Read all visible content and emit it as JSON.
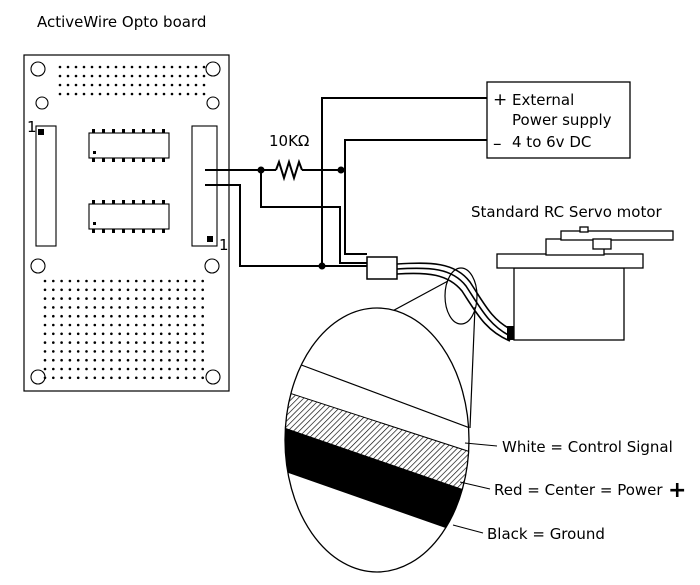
{
  "board": {
    "title": "ActiveWire Opto board",
    "pin1_left": "1",
    "pin1_right": "1"
  },
  "resistor": {
    "label": "10KΩ"
  },
  "power_supply": {
    "plus": "+",
    "minus": "–",
    "line1": "External",
    "line2": "Power supply",
    "line3": "4 to 6v DC"
  },
  "servo": {
    "label": "Standard RC Servo motor"
  },
  "wires": {
    "white": "White = Control Signal",
    "red": "Red = Center = Power",
    "red_plus": "+",
    "black": "Black = Ground"
  }
}
